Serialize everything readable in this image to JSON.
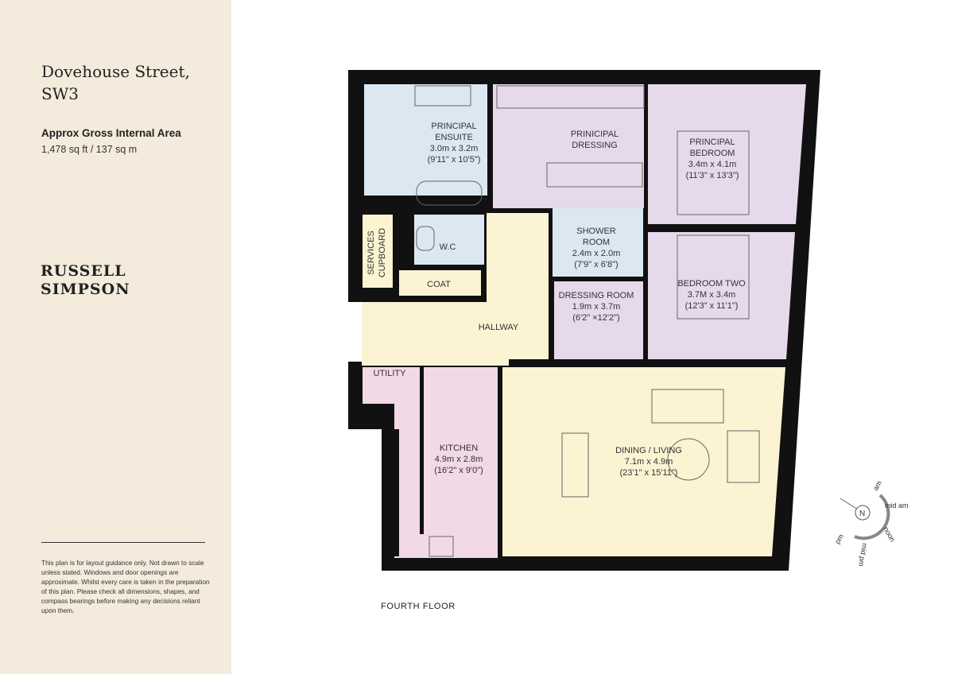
{
  "header": {
    "title_line1": "Dovehouse Street,",
    "title_line2": "SW3"
  },
  "area": {
    "label": "Approx Gross Internal Area",
    "value": "1,478 sq ft / 137 sq m"
  },
  "logo": {
    "line1": "RUSSELL",
    "line2": "SIMPSON"
  },
  "disclaimer": "This plan is for layout guidance only. Not drawn to scale unless stated. Windows and door openings are approximate. Whilst every care is taken in the preparation of this plan. Please check all dimensions, shapes, and compass bearings before making any decisions reliant upon them.",
  "floor_label": "FOURTH FLOOR",
  "colors": {
    "panel": "#f4ebdc",
    "wall": "#111111",
    "wet_rooms": "#dbe8f2",
    "bedrooms": "#e6d9eb",
    "living": "#fbf3d2",
    "kitchen": "#f1d9e7"
  },
  "rooms": [
    {
      "lines": [
        "PRINCIPAL",
        "ENSUITE",
        "3.0m x 3.2m",
        "(9'11\" x 10'5\")"
      ]
    },
    {
      "lines": [
        "PRINICIPAL",
        "DRESSING"
      ]
    },
    {
      "lines": [
        "PRINCIPAL",
        "BEDROOM",
        "3.4m x 4.1m",
        "(11'3\" x 13'3\")"
      ]
    },
    {
      "lines": [
        "W.C"
      ]
    },
    {
      "lines": [
        "SERVICES",
        "CUPBOARD"
      ]
    },
    {
      "lines": [
        "COAT"
      ]
    },
    {
      "lines": [
        "HALLWAY"
      ]
    },
    {
      "lines": [
        "SHOWER",
        "ROOM",
        "2.4m x 2.0m",
        "(7'9\" x 6'8\")"
      ]
    },
    {
      "lines": [
        "DRESSING ROOM",
        "1.9m x 3.7m",
        "(6'2\" ×12'2\")"
      ]
    },
    {
      "lines": [
        "BEDROOM TWO",
        "3.7M x 3.4m",
        "(12'3\" x 11'1\")"
      ]
    },
    {
      "lines": [
        "UTILITY"
      ]
    },
    {
      "lines": [
        "KITCHEN",
        "4.9m x 2.8m",
        "(16'2\" x 9'0\")"
      ]
    },
    {
      "lines": [
        "DINING / LIVING",
        "7.1m x 4.9m",
        "(23'1\" x 15'11\")"
      ]
    }
  ],
  "compass": {
    "north": "N",
    "labels": [
      "am",
      "mid am",
      "noon",
      "mid pm",
      "pm"
    ]
  }
}
